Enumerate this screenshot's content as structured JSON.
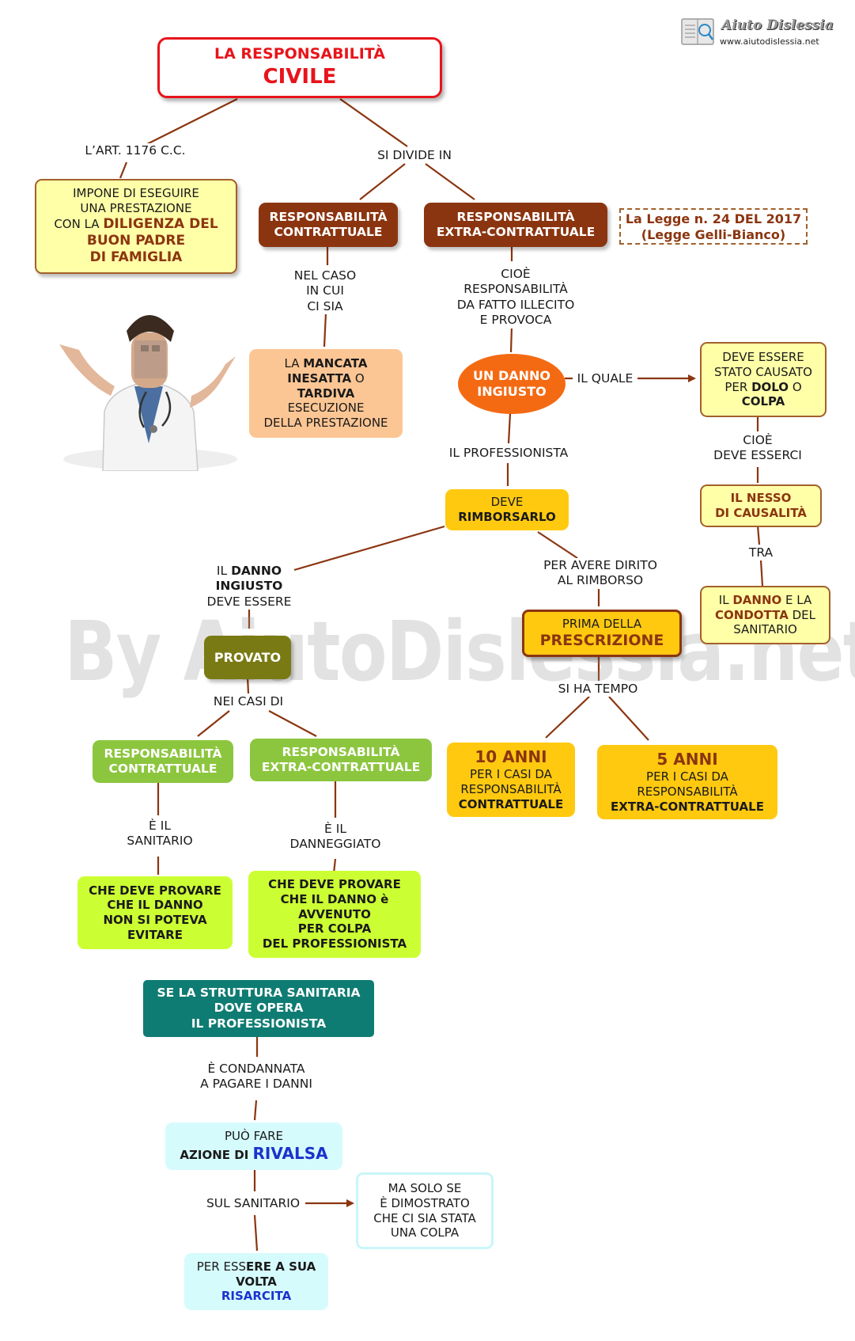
{
  "logo": {
    "name": "Aiuto Dislessia",
    "url": "www.aiutodislessia.net"
  },
  "watermark": "By AiutoDislessia.net",
  "title": {
    "line1": "LA RESPONSABILITÀ",
    "line2": "CIVILE"
  },
  "nodes": {
    "impone": {
      "l1": "IMPONE DI ESEGUIRE",
      "l2": "UNA PRESTAZIONE",
      "l3a": "CON LA ",
      "l3b": "DILIGENZA DEL",
      "l4": "BUON PADRE",
      "l5": "DI FAMIGLIA"
    },
    "resp_contr": {
      "l1": "RESPONSABILITÀ",
      "l2": "CONTRATTUALE"
    },
    "resp_extra": {
      "l1": "RESPONSABILITÀ",
      "l2": "EXTRA-CONTRATTUALE"
    },
    "legge": {
      "l1": "La Legge n. 24 DEL 2017",
      "l2": "(Legge Gelli-Bianco)"
    },
    "mancata": {
      "l1a": "LA ",
      "l1b": "MANCATA",
      "l2a": "INESATTA",
      "l2b": " O",
      "l3": "TARDIVA",
      "l4": "ESECUZIONE",
      "l5": "DELLA PRESTAZIONE"
    },
    "danno": {
      "l1": "UN DANNO",
      "l2": "INGIUSTO"
    },
    "dolo": {
      "l1": "DEVE ESSERE",
      "l2": "STATO CAUSATO",
      "l3a": "PER ",
      "l3b": "DOLO",
      "l3c": " O",
      "l4": "COLPA"
    },
    "rimborsarlo": {
      "l1": "DEVE",
      "l2": "RIMBORSARLO"
    },
    "nesso": {
      "l1": "IL NESSO",
      "l2": "DI CAUSALITÀ"
    },
    "condotta": {
      "l1a": "IL ",
      "l1b": "DANNO",
      "l1c": " E LA",
      "l2a": "CONDOTTA",
      "l2b": " DEL",
      "l3": "SANITARIO"
    },
    "provato": {
      "l1": "PROVATO"
    },
    "prescrizione": {
      "l1": "PRIMA DELLA",
      "l2": "PRESCRIZIONE"
    },
    "resp_contr2": {
      "l1": "RESPONSABILITÀ",
      "l2": "CONTRATTUALE"
    },
    "resp_extra2": {
      "l1": "RESPONSABILITÀ",
      "l2": "EXTRA-CONTRATTUALE"
    },
    "dieci": {
      "l1": "10 ANNI",
      "l2": "PER I CASI DA",
      "l3": "RESPONSABILITÀ",
      "l4": "CONTRATTUALE"
    },
    "cinque": {
      "l1": "5 ANNI",
      "l2": "PER I CASI DA",
      "l3": "RESPONSABILITÀ",
      "l4": "EXTRA-CONTRATTUALE"
    },
    "prova_san": {
      "l1": "CHE DEVE PROVARE",
      "l2": "CHE IL DANNO",
      "l3": "NON SI POTEVA",
      "l4": "EVITARE"
    },
    "prova_dan": {
      "l1": "CHE DEVE PROVARE",
      "l2": "CHE IL DANNO è",
      "l3": "AVVENUTO",
      "l4": "PER COLPA",
      "l5": "DEL PROFESSIONISTA"
    },
    "struttura": {
      "l1": "SE LA STRUTTURA SANITARIA",
      "l2": "DOVE OPERA",
      "l3": "IL PROFESSIONISTA"
    },
    "rivalsa": {
      "l1": "PUÒ FARE",
      "l2a": "AZIONE DI ",
      "l2b": "RIVALSA"
    },
    "colpa": {
      "l1": "MA SOLO SE",
      "l2": "È DIMOSTRATO",
      "l3": "CHE CI SIA STATA",
      "l4": "UNA COLPA"
    },
    "risarcita": {
      "l1a": "PER ESS",
      "l1b": "ERE A SUA",
      "l2": "VOLTA",
      "l3": "RISARCITA"
    }
  },
  "links": {
    "art": "L’ART. 1176 C.C.",
    "divide": "SI DIVIDE IN",
    "nelcaso": {
      "l1": "NEL CASO",
      "l2": "IN CUI",
      "l3": "CI SIA"
    },
    "cioe": {
      "l1": "CIOÈ",
      "l2": "RESPONSABILITÀ",
      "l3": "DA FATTO ILLECITO",
      "l4": "E PROVOCA"
    },
    "quale": "IL QUALE",
    "cioe2": {
      "l1": "CIOÈ",
      "l2": "DEVE ESSERCI"
    },
    "professionista": "IL PROFESSIONISTA",
    "tra": "TRA",
    "ildanno": {
      "l1a": "IL ",
      "l1b": "DANNO",
      "l2": "INGIUSTO",
      "l3": "DEVE ESSERE"
    },
    "diritto": {
      "l1": "PER AVERE DIRITO",
      "l2": "AL RIMBORSO"
    },
    "neicasi": "NEI CASI DI",
    "hatempo": "SI HA TEMPO",
    "eilsan": {
      "l1": "È IL",
      "l2": "SANITARIO"
    },
    "eildan": {
      "l1": "È IL",
      "l2": "DANNEGGIATO"
    },
    "condannata": {
      "l1": "È CONDANNATA",
      "l2": "A PAGARE I DANNI"
    },
    "sulsan": "SUL SANITARIO"
  },
  "colors": {
    "red": "#e8141b",
    "brown": "#8b3510",
    "line": "#8b3510",
    "blue": "#1a33cc"
  }
}
